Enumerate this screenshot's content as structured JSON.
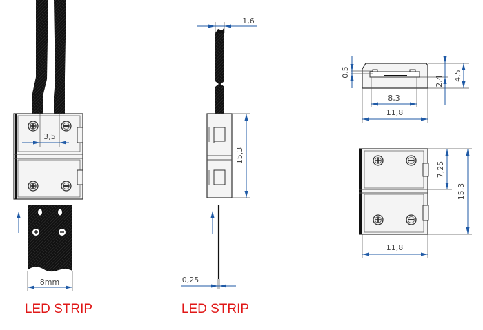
{
  "views": {
    "front": {
      "dim_pitch": "3,5",
      "dim_strip_width": "8mm",
      "strip_label": "LED STRIP"
    },
    "side": {
      "dim_wire": "1,6",
      "dim_height": "15,3",
      "dim_strip_thickness": "0,25",
      "strip_label": "LED STRIP"
    },
    "end": {
      "dim_gap": "0,5",
      "dim_channel_height": "2,4",
      "dim_total_height": "4,5",
      "dim_channel_width": "8,3",
      "dim_width": "11,8"
    },
    "top": {
      "dim_half": "7,25",
      "dim_length": "15,3",
      "dim_width": "11,8"
    }
  },
  "colors": {
    "dimension": "#1f5aa6",
    "label": "#e01818"
  }
}
